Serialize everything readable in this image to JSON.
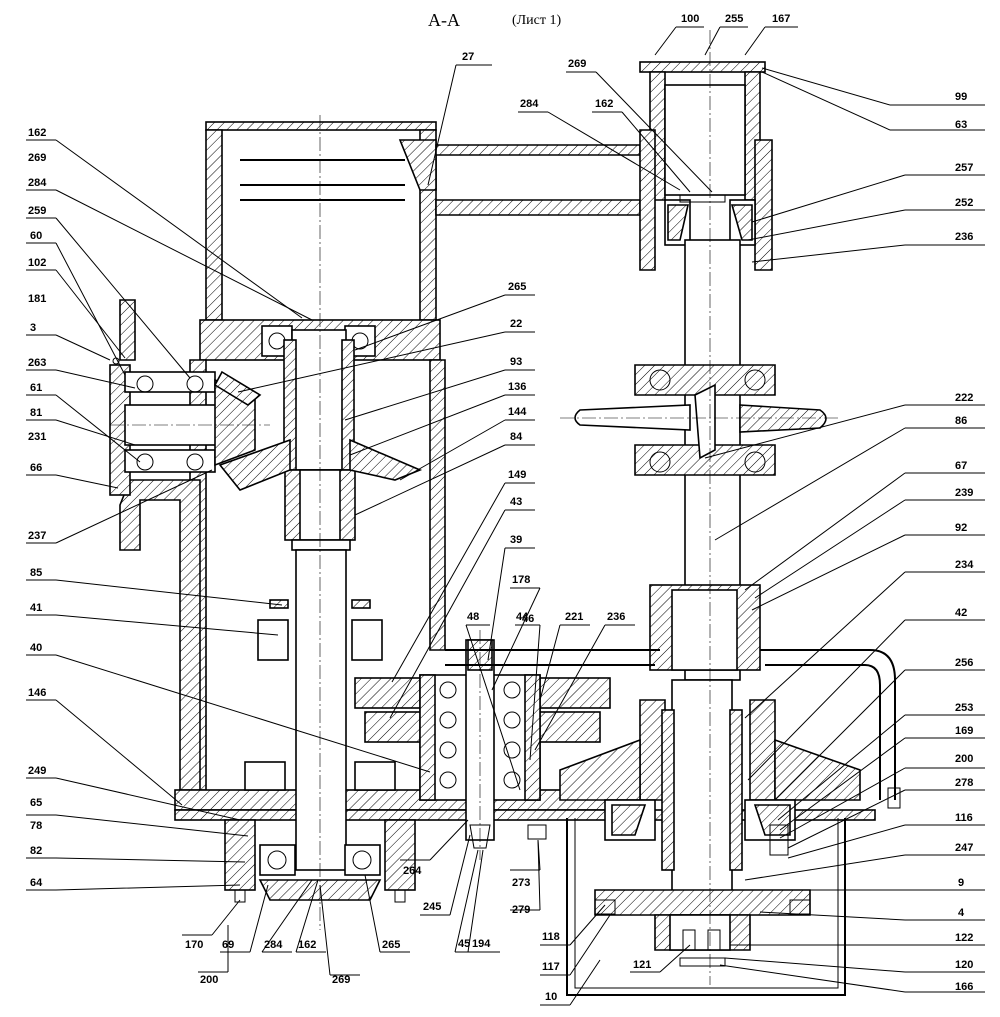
{
  "title": "А-А",
  "sheet": "(Лист 1)",
  "labels": {
    "l100": "100",
    "l255": "255",
    "l167": "167",
    "l99": "99",
    "l63": "63",
    "l269t": "269",
    "l284t": "284",
    "l162t": "162",
    "l257": "257",
    "l252": "252",
    "l236t": "236",
    "l27": "27",
    "l162a": "162",
    "l269a": "269",
    "l284a": "284",
    "l259": "259",
    "l60": "60",
    "l102": "102",
    "l181": "181",
    "l3": "3",
    "l263": "263",
    "l61": "61",
    "l81": "81",
    "l231": "231",
    "l66": "66",
    "l237": "237",
    "l85": "85",
    "l41": "41",
    "l40": "40",
    "l146": "146",
    "l249": "249",
    "l65": "65",
    "l78": "78",
    "l82": "82",
    "l64": "64",
    "l265a": "265",
    "l22": "22",
    "l93": "93",
    "l136": "136",
    "l144": "144",
    "l84": "84",
    "l149": "149",
    "l43": "43",
    "l39": "39",
    "l178": "178",
    "l44": "44",
    "l48": "48",
    "l46": "46",
    "l221": "221",
    "l236b": "236",
    "l222": "222",
    "l86": "86",
    "l67": "67",
    "l239": "239",
    "l92": "92",
    "l234": "234",
    "l42": "42",
    "l256": "256",
    "l253": "253",
    "l169": "169",
    "l200r": "200",
    "l278": "278",
    "l116": "116",
    "l247": "247",
    "l9": "9",
    "l4": "4",
    "l122": "122",
    "l120": "120",
    "l166": "166",
    "l121": "121",
    "l10": "10",
    "l117": "117",
    "l118": "118",
    "l273": "273",
    "l279": "279",
    "l45": "45",
    "l194": "194",
    "l245": "245",
    "l264": "264",
    "l170": "170",
    "l200b": "200",
    "l69": "69",
    "l284b": "284",
    "l162b": "162",
    "l269b": "269",
    "l265b": "265"
  }
}
